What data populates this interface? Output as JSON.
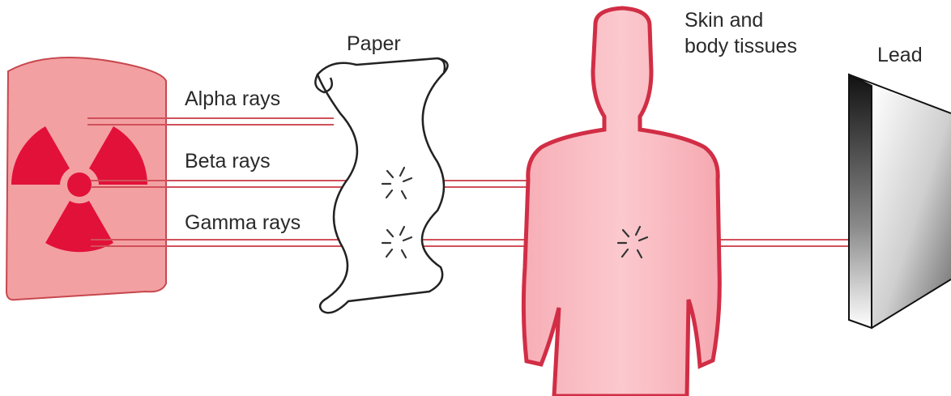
{
  "labels": {
    "paper": "Paper",
    "skin_line1": "Skin and",
    "skin_line2": "body tissues",
    "lead": "Lead",
    "alpha": "Alpha rays",
    "beta": "Beta rays",
    "gamma": "Gamma rays"
  },
  "colors": {
    "source_bg": "#f3a0a2",
    "source_border": "#c7484f",
    "trefoil": "#e2113a",
    "ray": "#d0505a",
    "body_fill": "#f8b9bf",
    "body_outline": "#d12e46",
    "paper_fill": "#ffffff",
    "paper_outline": "#222222",
    "lead_dark": "#1a1a1a",
    "lead_light": "#ffffff",
    "text": "#2a2a2a"
  },
  "icons": {
    "source": "radiation-trefoil-icon",
    "impact": "impact-burst-icon"
  }
}
